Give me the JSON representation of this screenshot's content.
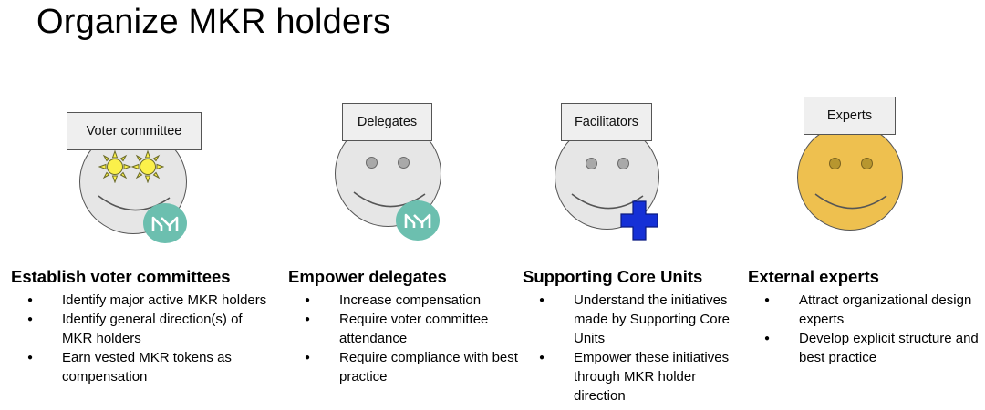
{
  "title": "Organize MKR holders",
  "figures": [
    {
      "label": "Voter committee",
      "face_color": "#e6e6e6",
      "eyes": "sun-eyes",
      "badge": "maker-logo-badge"
    },
    {
      "label": "Delegates",
      "face_color": "#e6e6e6",
      "eyes": "dot-eyes",
      "badge": "maker-logo-badge"
    },
    {
      "label": "Facilitators",
      "face_color": "#e6e6e6",
      "eyes": "dot-eyes",
      "badge": "blue-cross-icon"
    },
    {
      "label": "Experts",
      "face_color": "#eec04f",
      "eyes": "dot-eyes",
      "badge": ""
    }
  ],
  "columns": [
    {
      "heading": "Establish voter committees",
      "items": [
        "Identify major active MKR holders",
        "Identify general direction(s) of MKR holders",
        "Earn vested MKR tokens as compensation"
      ]
    },
    {
      "heading": "Empower delegates",
      "items": [
        "Increase compensation",
        "Require voter committee attendance",
        "Require compliance with best practice"
      ]
    },
    {
      "heading": "Supporting Core Units",
      "items": [
        "Understand the initiatives made by Supporting Core Units",
        "Empower these initiatives through MKR holder direction"
      ]
    },
    {
      "heading": "External experts",
      "items": [
        "Attract organizational design experts",
        "Develop explicit structure and best practice"
      ]
    }
  ],
  "colors": {
    "maker_badge": "#6cbfaf",
    "cross": "#1530d6",
    "sun": "#fbf04a",
    "gold_face": "#eec04f"
  }
}
